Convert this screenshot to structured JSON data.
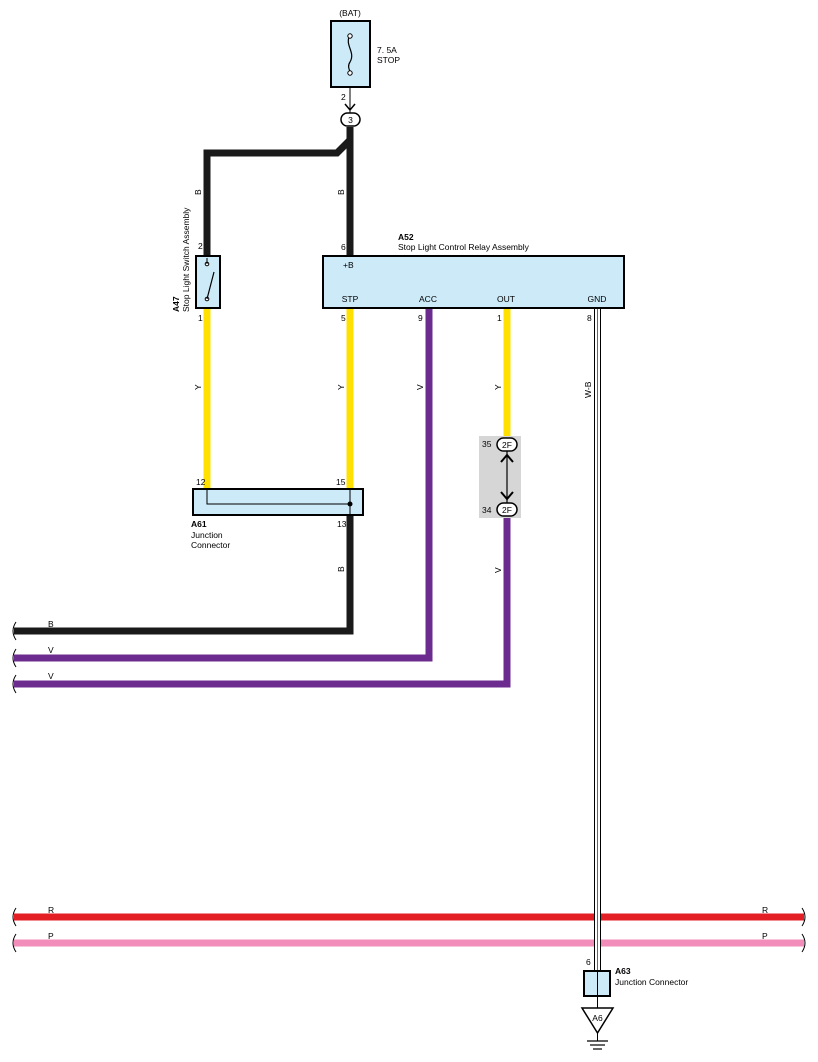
{
  "colors": {
    "black": "#1a1a1a",
    "yellow": "#ffe000",
    "violet": "#6c2b8f",
    "red": "#e31e24",
    "pink": "#f28cb8",
    "component_fill": "#cceaf8",
    "connector_fill": "#d6d6d6"
  },
  "fuse": {
    "source": "(BAT)",
    "rating": "7. 5A",
    "name": "STOP",
    "pin": "2",
    "joint": "3"
  },
  "stop_light_switch": {
    "code": "A47",
    "name": "Stop Light Switch Assembly",
    "pin_top": "2",
    "pin_bottom": "1",
    "wire_top": "B",
    "wire_bottom": "Y"
  },
  "relay": {
    "code": "A52",
    "name": "Stop Light Control Relay Assembly",
    "terminals": {
      "b_plus": {
        "label": "+B",
        "pin": "6",
        "wire": "B"
      },
      "stp": {
        "label": "STP",
        "pin": "5",
        "wire": "Y"
      },
      "acc": {
        "label": "ACC",
        "pin": "9",
        "wire": "V"
      },
      "out": {
        "label": "OUT",
        "pin": "1",
        "wire": "Y"
      },
      "gnd": {
        "label": "GND",
        "pin": "8",
        "wire": "W-B"
      }
    }
  },
  "junction_a61": {
    "code": "A61",
    "name_line1": "Junction",
    "name_line2": "Connector",
    "pin_left": "12",
    "pin_right": "15",
    "pin_bottom": "13",
    "wire_bottom": "B"
  },
  "connector_2f": {
    "code": "2F",
    "pin_top": "35",
    "pin_bottom": "34",
    "wire_bottom": "V"
  },
  "harness": {
    "left_b": "B",
    "left_v1": "V",
    "left_v2": "V",
    "r_left": "R",
    "r_right": "R",
    "p_left": "P",
    "p_right": "P"
  },
  "junction_a63": {
    "code": "A63",
    "name": "Junction Connector",
    "pin": "6"
  },
  "ground": {
    "code": "A6"
  }
}
